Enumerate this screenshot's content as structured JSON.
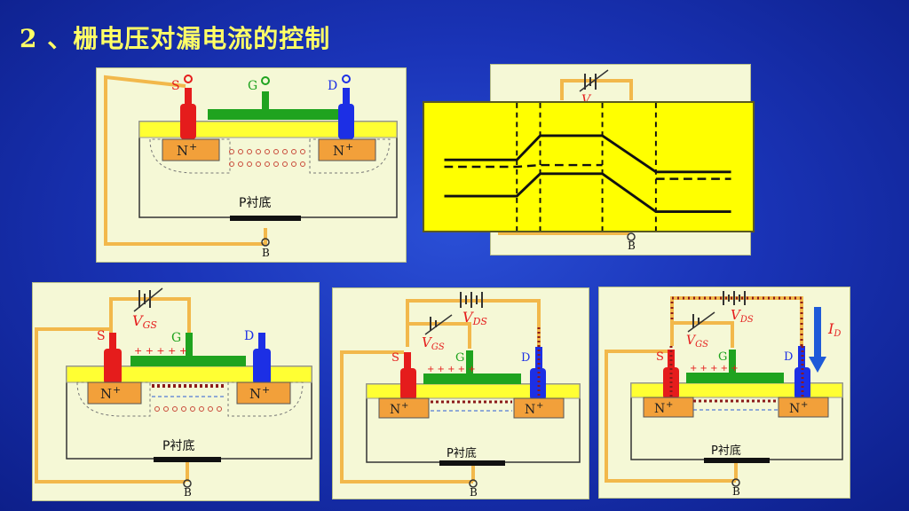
{
  "title": "2 、栅电压对漏电流的控制",
  "labels": {
    "source": "S",
    "gate": "G",
    "drain": "D",
    "body": "B",
    "n_region": "N",
    "n_sup": "+",
    "substrate": "P衬底",
    "vgs_main": "V",
    "vgs_sub": "GS",
    "vds_main": "V",
    "vds_sub": "DS",
    "id_main": "I",
    "id_sub": "D",
    "gate_charges": "+ + + + +"
  },
  "colors": {
    "background": "#1a34b8",
    "title": "#ffff66",
    "panel": "#f5f8d6",
    "wire": "#f2b84b",
    "oxide": "#ffff33",
    "gate": "#1fa31f",
    "source": "#e51c1c",
    "drain": "#1c2fe5",
    "n_region": "#f2a03a",
    "band_bg": "#ffff00",
    "current_arrow": "#1e5ad8",
    "channel_dots": "#8b1a1a"
  },
  "icons": {
    "battery": "battery-icon",
    "arrow": "current-arrow-icon"
  }
}
